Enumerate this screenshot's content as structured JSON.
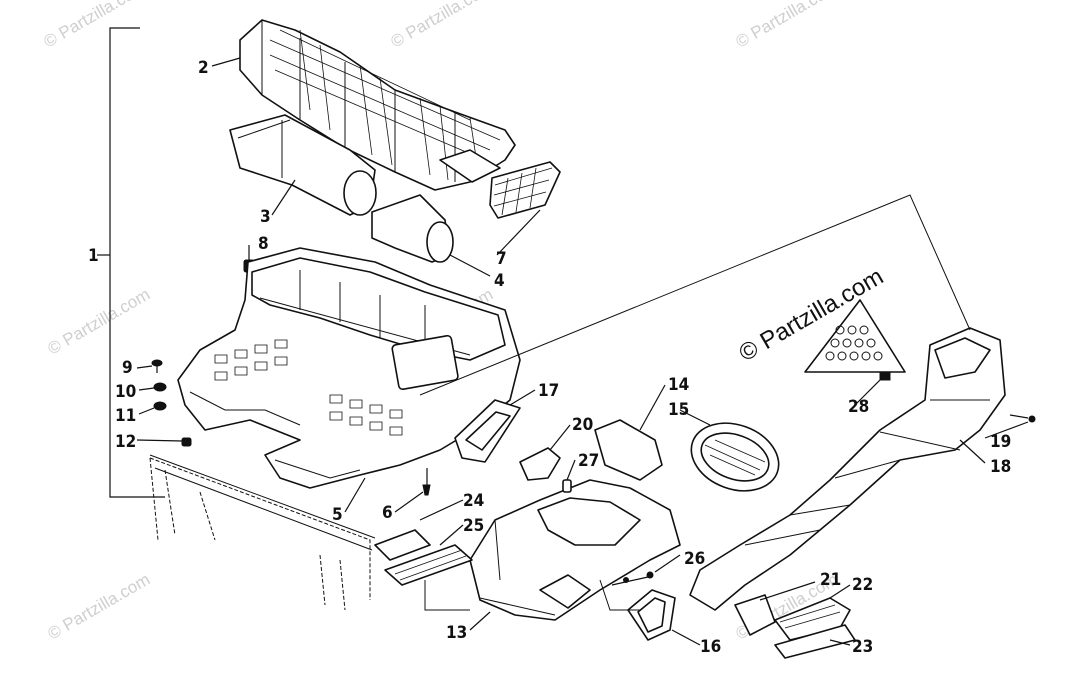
{
  "watermarks": [
    "© Partzilla.com",
    "© Partzilla.com",
    "© Partzilla.com",
    "© Partzilla.com",
    "© Partzilla.com",
    "© Partzilla.com",
    "© Partzilla.com"
  ],
  "main_watermark": "© Partzilla.com",
  "callouts": [
    "1",
    "2",
    "3",
    "4",
    "5",
    "6",
    "7",
    "8",
    "9",
    "10",
    "11",
    "12",
    "13",
    "14",
    "15",
    "16",
    "17",
    "18",
    "19",
    "20",
    "21",
    "22",
    "23",
    "24",
    "25",
    "26",
    "27",
    "28"
  ],
  "colors": {
    "line": "#111111",
    "background": "#ffffff",
    "watermark": "#cfcfcf"
  }
}
